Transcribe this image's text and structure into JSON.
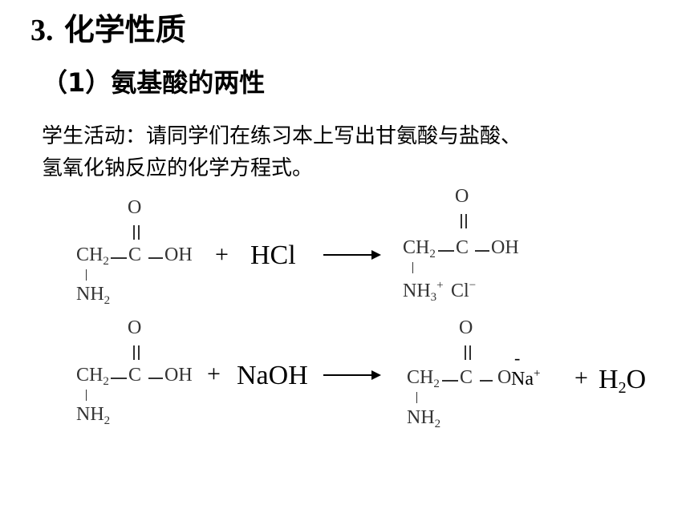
{
  "heading": {
    "number": "3.",
    "title": "化学性质"
  },
  "subheading": "（1）氨基酸的两性",
  "activity": {
    "line1": "学生活动：请同学们在练习本上写出甘氨酸与盐酸、",
    "line2": "氢氧化钠反应的化学方程式。"
  },
  "symbols": {
    "O": "O",
    "C": "C",
    "CH": "CH",
    "OH": "OH",
    "NH": "NH",
    "H": "H",
    "Cl": "Cl",
    "Na": "Na",
    "HCl": "HCl",
    "NaOH": "NaOH",
    "plus": "+",
    "minus": "−",
    "dash": "-",
    "two": "2",
    "three": "3"
  }
}
